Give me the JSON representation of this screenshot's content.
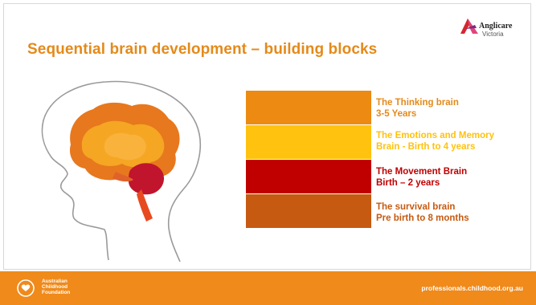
{
  "slide": {
    "title": "Sequential brain development – building blocks",
    "brand": {
      "name": "Anglicare",
      "sub": "Victoria"
    },
    "blocks": [
      {
        "line1": "The Thinking brain",
        "line2": "3-5 Years",
        "color": "#EC8A12",
        "text_color": "#E48A1A"
      },
      {
        "line1": "The Emotions and Memory",
        "line2": "Brain - Birth to 4 years",
        "color": "#FFC20E",
        "text_color": "#FFC20E"
      },
      {
        "line1": "The Movement Brain",
        "line2": "Birth – 2 years",
        "color": "#C00000",
        "text_color": "#C00000"
      },
      {
        "line1": "The survival brain",
        "line2": "Pre birth to 8 months",
        "color": "#C65A11",
        "text_color": "#C65A11"
      }
    ],
    "brain_icon": "head-profile-brain-illustration"
  },
  "footer": {
    "org_lines": [
      "Australian",
      "Childhood",
      "Foundation"
    ],
    "url": "professionals.childhood.org.au",
    "color": "#EF8A1B"
  }
}
